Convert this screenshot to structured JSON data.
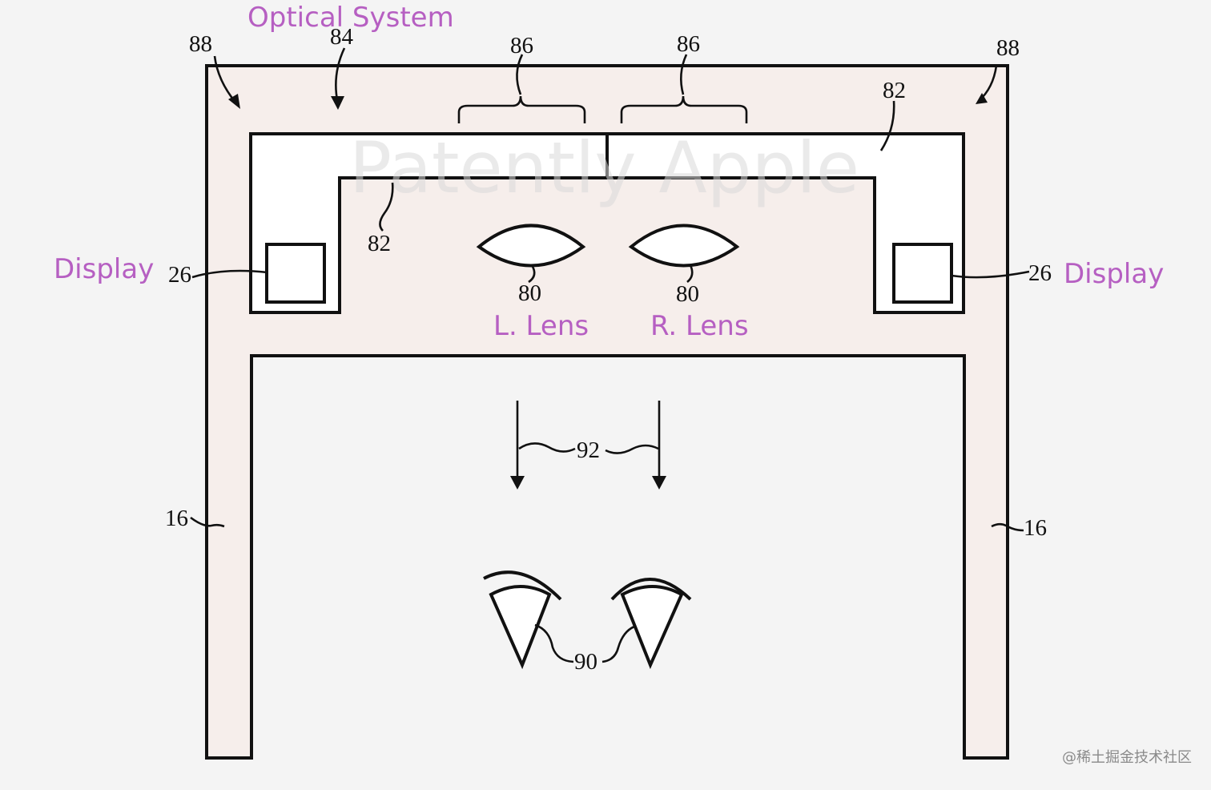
{
  "annotations": {
    "optical_system": "Optical System",
    "display_left": "Display",
    "display_right": "Display",
    "left_lens": "L. Lens",
    "right_lens": "R. Lens"
  },
  "references": {
    "r88_left": "88",
    "r84": "84",
    "r86_left": "86",
    "r86_right": "86",
    "r88_right": "88",
    "r82_right": "82",
    "r82_inner": "82",
    "r26_left": "26",
    "r26_right": "26",
    "r80_left": "80",
    "r80_right": "80",
    "r92": "92",
    "r16_left": "16",
    "r16_right": "16",
    "r90": "90"
  },
  "watermark": "Patently Apple",
  "credit": "@稀土掘金技术社区",
  "colors": {
    "annotation": "#b65fc2",
    "housing_fill": "#f6eeeb",
    "background": "#f4f4f4",
    "stroke": "#111111"
  }
}
